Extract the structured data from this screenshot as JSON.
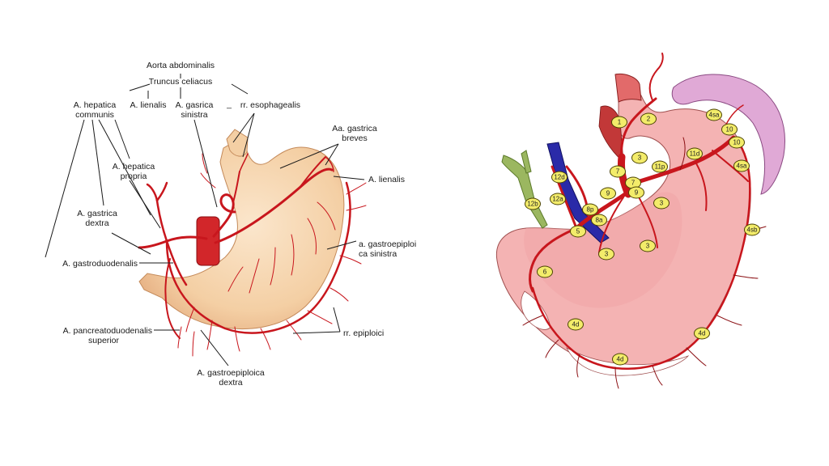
{
  "left_labels": {
    "aorta": "Aorta abdominalis",
    "truncus": "Truncus celiacus",
    "hepatica_communis_1": "A. hepatica",
    "hepatica_communis_2": "communis",
    "lienalis_top": "A. lienalis",
    "gastrica_sinistra_1": "A. gasrica",
    "gastrica_sinistra_2": "sinistra",
    "dash": "_",
    "esophagealis": "rr. esophagealis",
    "breves_1": "Aa. gastrica",
    "breves_2": "breves",
    "hepatica_propria_1": "A. hepatica",
    "hepatica_propria_2": "propria",
    "lienalis_right": "A. lienalis",
    "gastrica_dextra_1": "A. gastrica",
    "gastrica_dextra_2": "dextra",
    "gastroepiploica_sin_1": "a. gastroepiploi",
    "gastroepiploica_sin_2": "ca sinistra",
    "gastroduodenalis": "A. gastroduodenalis",
    "pancreato_1": "A. pancreatoduodenalis",
    "pancreato_2": "superior",
    "epiploici": "rr. epiploici",
    "gastroepiploica_dex_1": "A. gastroepiploica",
    "gastroepiploica_dex_2": "dextra"
  },
  "lymph_nodes": [
    "1",
    "2",
    "3",
    "7",
    "7",
    "9",
    "9",
    "3",
    "12d",
    "12a",
    "12b",
    "8p",
    "8a",
    "5",
    "3",
    "3",
    "11p",
    "11d",
    "4sa",
    "10",
    "10",
    "4sa",
    "4sb",
    "6",
    "4d",
    "4d",
    "4d"
  ],
  "colors": {
    "artery": "#c8161d",
    "stomach_left": "#f6d2ac",
    "stomach_right": "#f4b3b3",
    "spleen": "#e0a9d6",
    "portal_vein": "#2a2aa8",
    "bile_duct": "#9bb760",
    "node_fill": "#f3ec6a"
  }
}
